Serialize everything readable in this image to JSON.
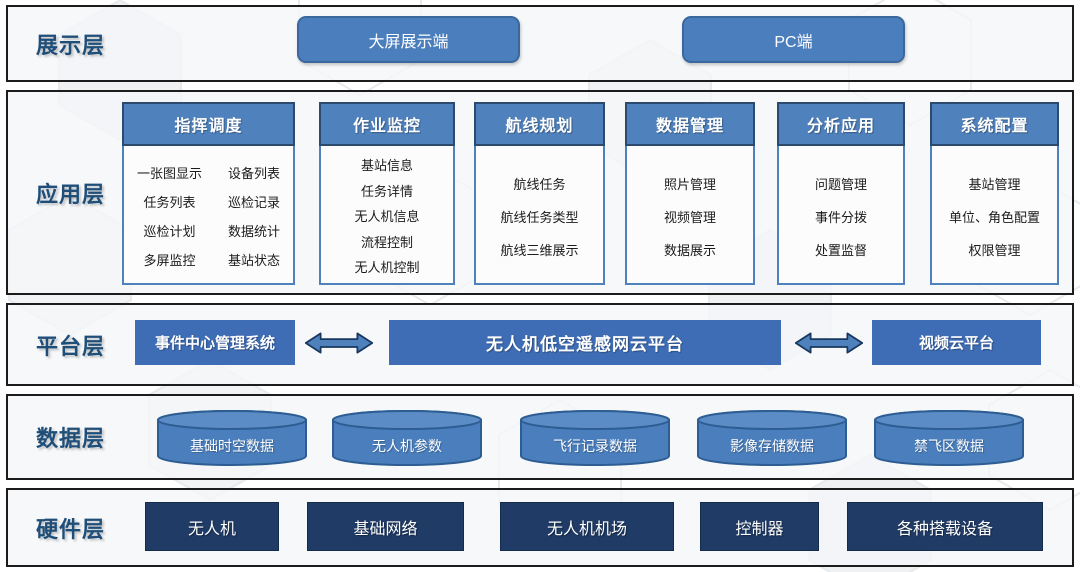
{
  "palette": {
    "band_bg": "#f5f6f8",
    "band_border": "#1c1c1c",
    "label_blue": "#1f4e79",
    "button_blue": "#4a7ebd",
    "header_blue": "#4f81bd",
    "platform_blue": "#3e6db6",
    "hardware_navy": "#1f3b66"
  },
  "display_layer": {
    "label": "展示层",
    "buttons": [
      {
        "label": "大屏展示端"
      },
      {
        "label": "PC端"
      }
    ]
  },
  "app_layer": {
    "label": "应用层",
    "columns": [
      {
        "title": "指挥调度",
        "items_left": [
          "一张图显示",
          "任务列表",
          "巡检计划",
          "多屏监控"
        ],
        "items_right": [
          "设备列表",
          "巡检记录",
          "数据统计",
          "基站状态"
        ]
      },
      {
        "title": "作业监控",
        "items": [
          "基站信息",
          "任务详情",
          "无人机信息",
          "流程控制",
          "无人机控制"
        ]
      },
      {
        "title": "航线规划",
        "items": [
          "航线任务",
          "航线任务类型",
          "航线三维展示"
        ]
      },
      {
        "title": "数据管理",
        "items": [
          "照片管理",
          "视频管理",
          "数据展示"
        ]
      },
      {
        "title": "分析应用",
        "items": [
          "问题管理",
          "事件分拨",
          "处置监督"
        ]
      },
      {
        "title": "系统配置",
        "items": [
          "基站管理",
          "单位、角色配置",
          "权限管理"
        ]
      }
    ]
  },
  "platform_layer": {
    "label": "平台层",
    "boxes": [
      {
        "label": "事件中心管理系统"
      },
      {
        "label": "无人机低空遥感网云平台"
      },
      {
        "label": "视频云平台"
      }
    ]
  },
  "data_layer": {
    "label": "数据层",
    "cylinders": [
      {
        "label": "基础时空数据"
      },
      {
        "label": "无人机参数"
      },
      {
        "label": "飞行记录数据"
      },
      {
        "label": "影像存储数据"
      },
      {
        "label": "禁飞区数据"
      }
    ]
  },
  "hardware_layer": {
    "label": "硬件层",
    "boxes": [
      {
        "label": "无人机"
      },
      {
        "label": "基础网络"
      },
      {
        "label": "无人机机场"
      },
      {
        "label": "控制器"
      },
      {
        "label": "各种搭载设备"
      }
    ]
  }
}
